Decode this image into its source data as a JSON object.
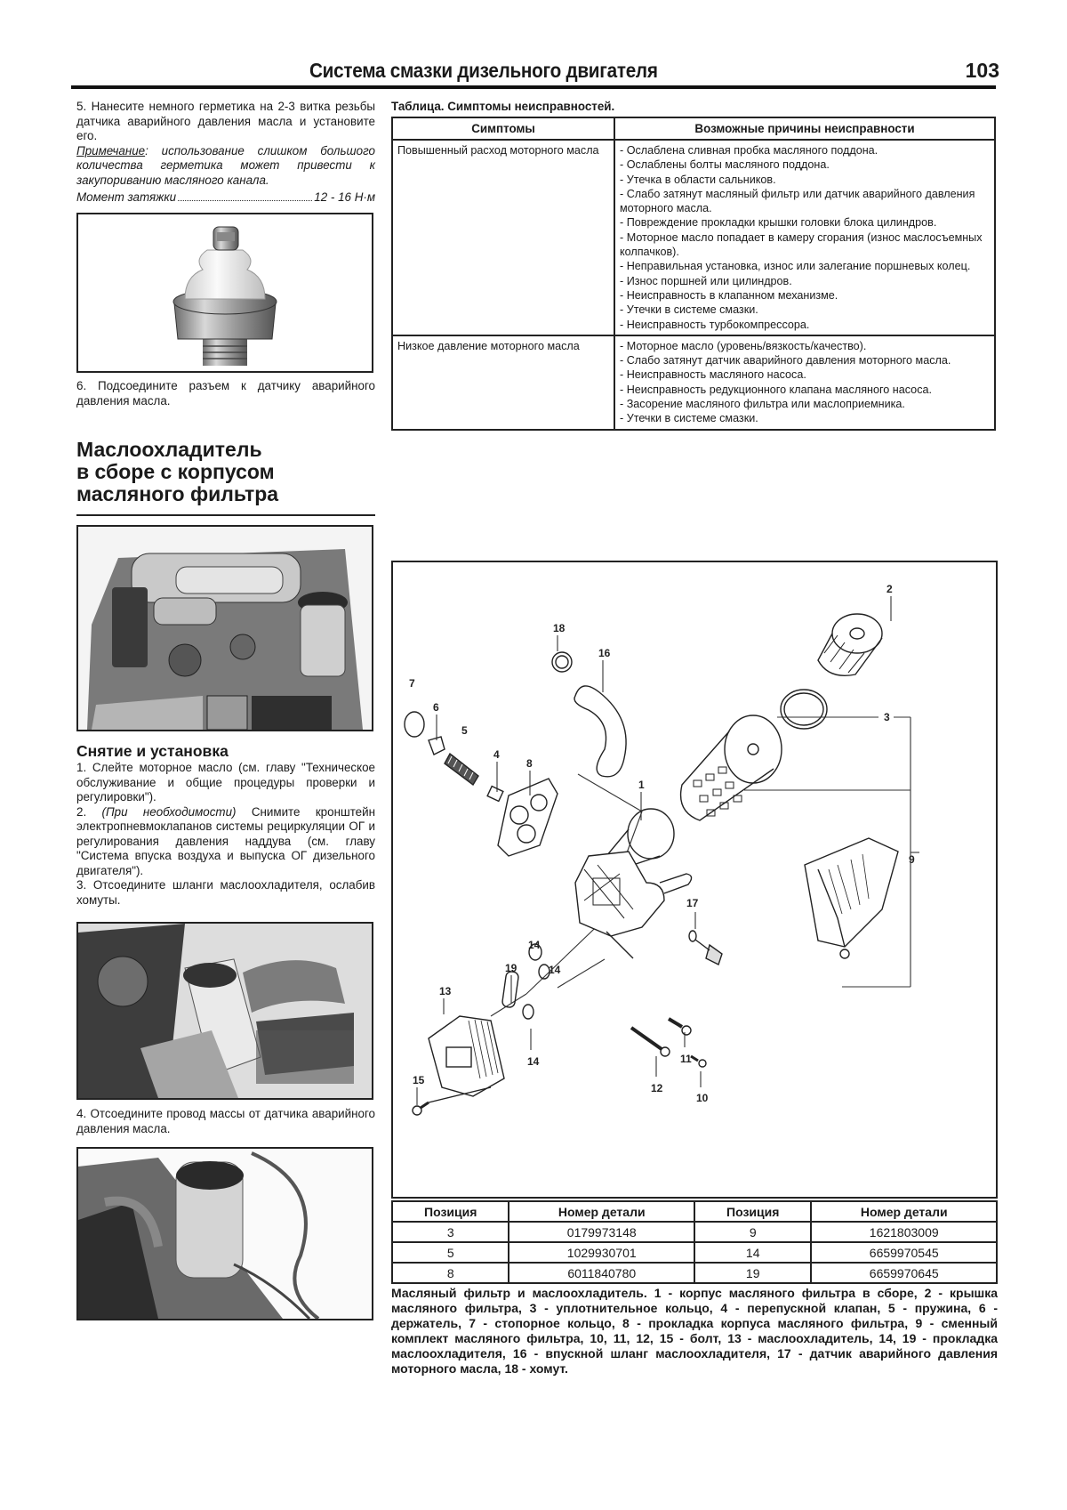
{
  "header": {
    "title": "Система смазки дизельного двигателя",
    "page_number": "103"
  },
  "left_column": {
    "step5": "5. Нанесите немного герметика на 2-3 витка резьбы датчика аварийного давления масла и установите его.",
    "note_label": "Примечание",
    "note_text": ": использование слишком большого количества герметика может привести к закупориванию масляного канала.",
    "torque_label": "Момент затяжки",
    "torque_value": "12 - 16 Н·м",
    "photo1_alt": "Датчик аварийного давления масла",
    "step6": "6. Подсоедините разъем к датчику аварийного давления масла.",
    "section_title_line1": "Маслоохладитель",
    "section_title_line2": "в сборе с корпусом",
    "section_title_line3": "масляного фильтра",
    "photo2_alt": "Дизельный двигатель в сборе",
    "subsection_title": "Снятие и установка",
    "step1": "1. Слейте моторное масло (см. главу \"Техническое обслуживание и общие процедуры проверки и регулировки\").",
    "step2_italic": "(При необходимости)",
    "step2_text": " Снимите кронштейн электропневмоклапанов системы рециркуляции ОГ и регулирования давления наддува (см. главу \"Система впуска воздуха и выпуска ОГ дизельного двигателя\").",
    "step2_label": "2. ",
    "step3": "3. Отсоедините шланги маслоохладителя, ослабив хомуты.",
    "photo3_alt": "Шланги маслоохладителя",
    "step4": "4. Отсоедините провод массы от датчика аварийного давления масла.",
    "photo4_alt": "Провод массы датчика"
  },
  "symptoms_table": {
    "caption": "Таблица. Симптомы неисправностей.",
    "headers": [
      "Симптомы",
      "Возможные причины неисправности"
    ],
    "rows": [
      {
        "symptom": "Повышенный расход моторного масла",
        "causes": [
          "- Ослаблена сливная пробка масляного поддона.",
          "- Ослаблены болты масляного поддона.",
          "- Утечка в области сальников.",
          "- Слабо затянут масляный фильтр или датчик аварийного давления моторного масла.",
          "- Повреждение прокладки крышки головки блока цилиндров.",
          "- Моторное масло попадает в камеру сгорания (износ маслосъемных колпачков).",
          "- Неправильная установка, износ или залегание поршневых колец.",
          "- Износ поршней или цилиндров.",
          "- Неисправность в клапанном механизме.",
          "- Утечки в системе смазки.",
          "- Неисправность турбокомпрессора."
        ]
      },
      {
        "symptom": "Низкое давление моторного масла",
        "causes": [
          "- Моторное масло (уровень/вязкость/качество).",
          "- Слабо затянут датчик аварийного давления моторного масла.",
          "- Неисправность масляного насоса.",
          "- Неисправность редукционного клапана масляного насоса.",
          "- Засорение масляного фильтра или маслоприемника.",
          "- Утечки в системе смазки."
        ]
      }
    ]
  },
  "diagram": {
    "labels": [
      "1",
      "2",
      "3",
      "4",
      "5",
      "6",
      "7",
      "8",
      "9",
      "10",
      "11",
      "12",
      "13",
      "14",
      "14",
      "14",
      "15",
      "16",
      "17",
      "18",
      "19"
    ]
  },
  "parts_table": {
    "headers": [
      "Позиция",
      "Номер детали",
      "Позиция",
      "Номер детали"
    ],
    "rows": [
      [
        "3",
        "0179973148",
        "9",
        "1621803009"
      ],
      [
        "5",
        "1029930701",
        "14",
        "6659970545"
      ],
      [
        "8",
        "6011840780",
        "19",
        "6659970645"
      ]
    ]
  },
  "figure_caption": "Масляный фильтр и маслоохладитель. 1 - корпус масляного фильтра в сборе, 2 - крышка масляного фильтра, 3 - уплотнительное кольцо, 4 - перепускной клапан, 5 - пружина, 6 - держатель, 7 - стопорное кольцо, 8 - прокладка корпуса масляного фильтра, 9 - сменный комплект масляного фильтра, 10, 11, 12, 15 - болт, 13 - маслоохладитель, 14, 19 - прокладка маслоохладителя, 16 - впускной шланг маслоохладителя, 17 - датчик аварийного давления моторного масла, 18 - хомут."
}
